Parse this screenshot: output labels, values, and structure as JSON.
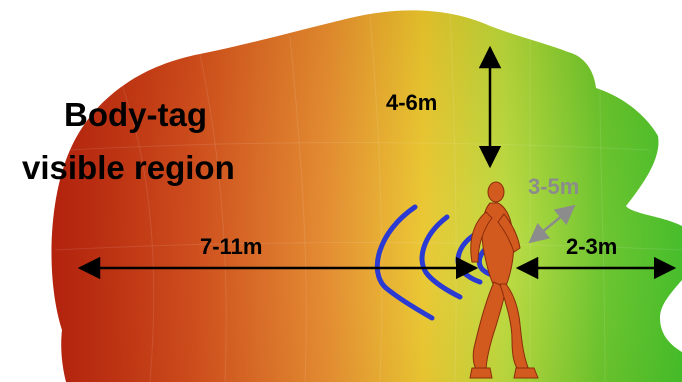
{
  "diagram": {
    "title_line1": "Body-tag",
    "title_line2": "visible region",
    "dimensions": {
      "vertical": "4-6m",
      "tag_range": "3-5m",
      "rear": "7-11m",
      "front": "2-3m"
    },
    "colors": {
      "region_near": "#3cc21c",
      "region_mid": "#f0c822",
      "region_far": "#c81e0c",
      "waves": "#2a3ad2",
      "arrows": "#000000",
      "tag_arrow": "#8c8c8c",
      "person": "#d25a1e"
    },
    "icons": {
      "figure": "walking-person-icon",
      "signal": "radio-wave-icon"
    }
  }
}
